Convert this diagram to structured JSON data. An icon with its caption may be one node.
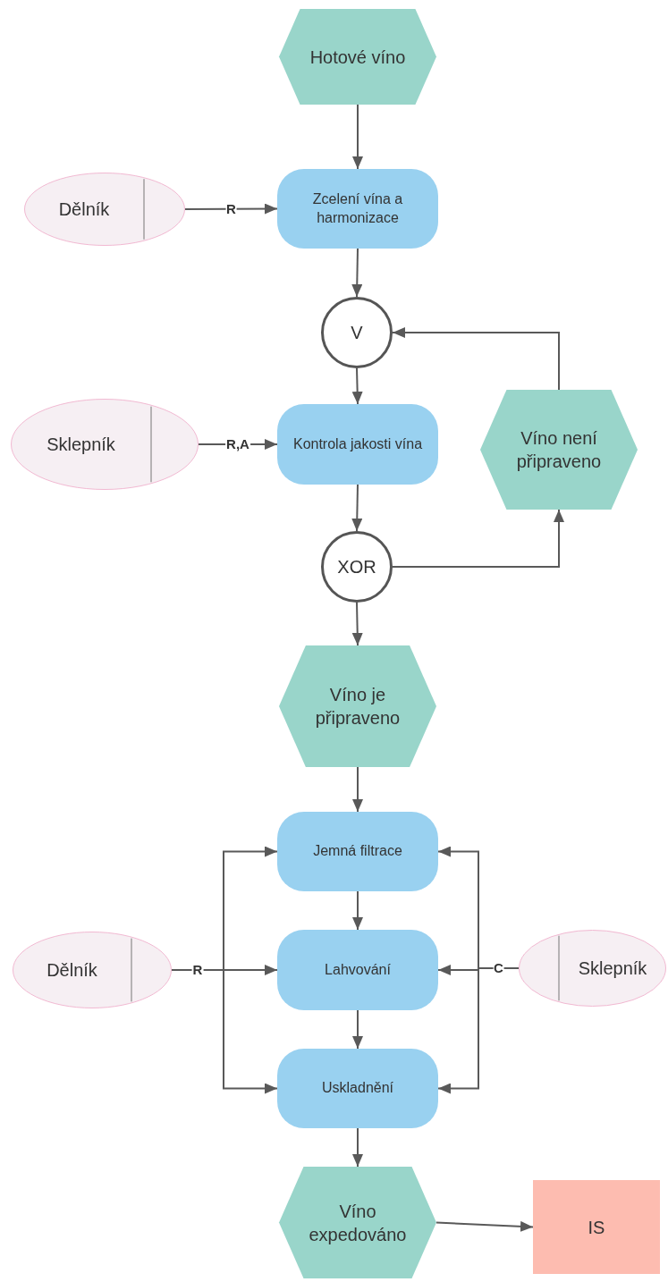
{
  "diagram": {
    "nodes": [
      {
        "text": [
          "Hotové víno"
        ]
      },
      {
        "text": [
          "Dělník"
        ]
      },
      {
        "text": [
          "Zcelení vína a harmonizace"
        ]
      },
      {
        "text": [
          "V"
        ]
      },
      {
        "text": [
          "Sklepník"
        ]
      },
      {
        "text": [
          "Kontrola jakosti vína"
        ]
      },
      {
        "text": [
          "Víno není připraveno"
        ]
      },
      {
        "text": [
          "XOR"
        ]
      },
      {
        "text": [
          "Víno je připraveno"
        ]
      },
      {
        "text": [
          "Dělník"
        ]
      },
      {
        "text": [
          "Jemná filtrace"
        ]
      },
      {
        "text": [
          "Lahvování"
        ]
      },
      {
        "text": [
          "Uskladnění"
        ]
      },
      {
        "text": [
          "Sklepník"
        ]
      },
      {
        "text": [
          "Víno expedováno"
        ]
      },
      {
        "text": [
          "IS"
        ]
      }
    ],
    "edges": [
      {
        "from": 0,
        "to": 2,
        "arrow": "to"
      },
      {
        "from": 1,
        "to": 2,
        "arrow": "to",
        "label": "R"
      },
      {
        "from": 2,
        "to": 3,
        "arrow": "to"
      },
      {
        "from": 6,
        "to": 3,
        "arrow": "to"
      },
      {
        "from": 3,
        "to": 5,
        "arrow": "to"
      },
      {
        "from": 4,
        "to": 5,
        "arrow": "to",
        "label": "R,A"
      },
      {
        "from": 5,
        "to": 7,
        "arrow": "to"
      },
      {
        "from": 7,
        "to": 6,
        "arrow": "to"
      },
      {
        "from": 7,
        "to": 8,
        "arrow": "to"
      },
      {
        "from": 8,
        "to": 10,
        "arrow": "to"
      },
      {
        "from": 9,
        "to": 10,
        "arrow": "to"
      },
      {
        "from": 9,
        "to": 11,
        "arrow": "to",
        "label": "R"
      },
      {
        "from": 9,
        "to": 12,
        "arrow": "to"
      },
      {
        "from": 10,
        "to": 11,
        "arrow": "to"
      },
      {
        "from": 11,
        "to": 12,
        "arrow": "to"
      },
      {
        "from": 13,
        "to": 10,
        "arrow": "to"
      },
      {
        "from": 13,
        "to": 11,
        "arrow": "to",
        "label": "C"
      },
      {
        "from": 13,
        "to": 12,
        "arrow": "to"
      },
      {
        "from": 12,
        "to": 14,
        "arrow": "to"
      },
      {
        "from": 14,
        "to": 15,
        "arrow": "to"
      }
    ]
  }
}
